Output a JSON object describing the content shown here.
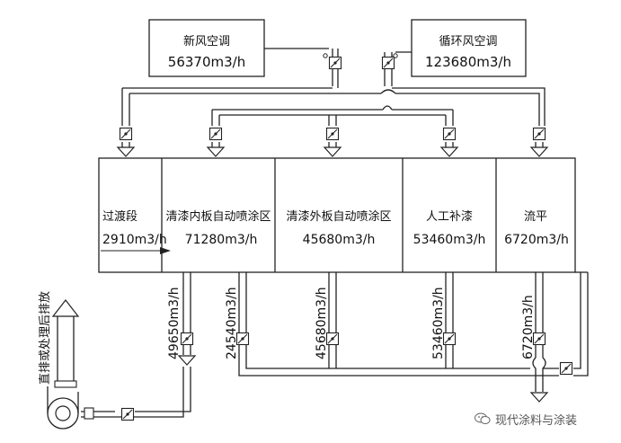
{
  "units": {
    "fresh_ahu": {
      "name": "新风空调",
      "flow": "56370m3/h"
    },
    "recirc_ahu": {
      "name": "循环风空调",
      "flow": "123680m3/h"
    }
  },
  "zones": [
    {
      "name": "过渡段",
      "flow": "2910m3/h"
    },
    {
      "name": "清漆内板自动喷涂区",
      "flow": "71280m3/h"
    },
    {
      "name": "清漆外板自动喷涂区",
      "flow": "45680m3/h"
    },
    {
      "name": "人工补漆",
      "flow": "53460m3/h"
    },
    {
      "name": "流平",
      "flow": "6720m3/h"
    }
  ],
  "exhausts": [
    "49650m3/h",
    "24540m3/h",
    "45680m3/h",
    "53460m3/h",
    "6720m3/h"
  ],
  "discharge_label": "直排或处理后排放",
  "watermark": "现代涂料与涂装"
}
